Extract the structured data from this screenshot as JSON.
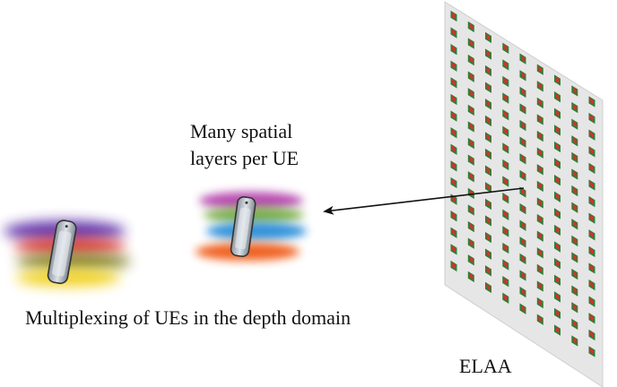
{
  "labels": {
    "spatial_layers_line1": "Many spatial",
    "spatial_layers_line2": "layers per UE",
    "multiplexing": "Multiplexing of UEs in the depth domain",
    "array": "ELAA"
  },
  "colors": {
    "beam_violet": "#5a2ca8",
    "beam_purple": "#b03aa8",
    "beam_red": "#e0322a",
    "beam_green": "#6fa83a",
    "beam_olive": "#7e7e22",
    "beam_blue": "#1b86d6",
    "beam_orange": "#ef5a14",
    "beam_yellow": "#f2d21a",
    "panel": "#e6e6e6",
    "element_red": "#c23a28",
    "element_green": "#2f7d3a"
  }
}
